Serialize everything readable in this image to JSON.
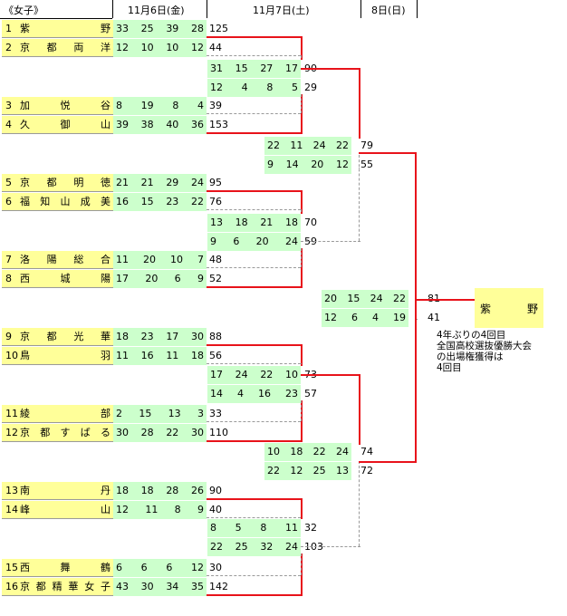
{
  "headers": {
    "section": "《女子》",
    "day1": "11月6日(金)",
    "day2": "11月7日(土)",
    "day3": "8日(日)"
  },
  "teams": [
    {
      "num": "1",
      "name": "紫野"
    },
    {
      "num": "2",
      "name": "京都両洋"
    },
    {
      "num": "3",
      "name": "加悦谷"
    },
    {
      "num": "4",
      "name": "久御山"
    },
    {
      "num": "5",
      "name": "京都明徳"
    },
    {
      "num": "6",
      "name": "福知山成美"
    },
    {
      "num": "7",
      "name": "洛陽総合"
    },
    {
      "num": "8",
      "name": "西城陽"
    },
    {
      "num": "9",
      "name": "京都光華"
    },
    {
      "num": "10",
      "name": "鳥羽"
    },
    {
      "num": "11",
      "name": "綾部"
    },
    {
      "num": "12",
      "name": "京都すばる"
    },
    {
      "num": "13",
      "name": "南丹"
    },
    {
      "num": "14",
      "name": "峰山"
    },
    {
      "num": "15",
      "name": "西舞鶴"
    },
    {
      "num": "16",
      "name": "京都精華女子"
    }
  ],
  "r1": [
    {
      "a": [
        "33",
        "25",
        "39",
        "28"
      ],
      "b": [
        "12",
        "10",
        "10",
        "12"
      ],
      "ta": "125",
      "tb": "44"
    },
    {
      "a": [
        "8",
        "19",
        "8",
        "4"
      ],
      "b": [
        "39",
        "38",
        "40",
        "36"
      ],
      "ta": "39",
      "tb": "153"
    },
    {
      "a": [
        "21",
        "21",
        "29",
        "24"
      ],
      "b": [
        "16",
        "15",
        "23",
        "22"
      ],
      "ta": "95",
      "tb": "76"
    },
    {
      "a": [
        "11",
        "20",
        "10",
        "7"
      ],
      "b": [
        "17",
        "20",
        "6",
        "9"
      ],
      "ta": "48",
      "tb": "52"
    },
    {
      "a": [
        "18",
        "23",
        "17",
        "30"
      ],
      "b": [
        "11",
        "16",
        "11",
        "18"
      ],
      "ta": "88",
      "tb": "56"
    },
    {
      "a": [
        "2",
        "15",
        "13",
        "3"
      ],
      "b": [
        "30",
        "28",
        "22",
        "30"
      ],
      "ta": "33",
      "tb": "110"
    },
    {
      "a": [
        "18",
        "18",
        "28",
        "26"
      ],
      "b": [
        "12",
        "11",
        "8",
        "9"
      ],
      "ta": "90",
      "tb": "40"
    },
    {
      "a": [
        "6",
        "6",
        "6",
        "12"
      ],
      "b": [
        "43",
        "30",
        "34",
        "35"
      ],
      "ta": "30",
      "tb": "142"
    }
  ],
  "r2": [
    {
      "a": [
        "31",
        "15",
        "27",
        "17"
      ],
      "b": [
        "12",
        "4",
        "8",
        "5"
      ],
      "ta": "90",
      "tb": "29"
    },
    {
      "a": [
        "13",
        "18",
        "21",
        "18"
      ],
      "b": [
        "9",
        "6",
        "20",
        "24"
      ],
      "ta": "70",
      "tb": "59"
    },
    {
      "a": [
        "17",
        "24",
        "22",
        "10"
      ],
      "b": [
        "14",
        "4",
        "16",
        "23"
      ],
      "ta": "73",
      "tb": "57"
    },
    {
      "a": [
        "8",
        "5",
        "8",
        "11"
      ],
      "b": [
        "22",
        "25",
        "32",
        "24"
      ],
      "ta": "32",
      "tb": "103"
    }
  ],
  "semi": [
    {
      "a": [
        "22",
        "11",
        "24",
        "22"
      ],
      "b": [
        "9",
        "14",
        "20",
        "12"
      ],
      "ta": "79",
      "tb": "55"
    },
    {
      "a": [
        "10",
        "18",
        "22",
        "24"
      ],
      "b": [
        "22",
        "12",
        "25",
        "13"
      ],
      "ta": "74",
      "tb": "72"
    }
  ],
  "final": {
    "a": [
      "20",
      "15",
      "24",
      "22"
    ],
    "b": [
      "12",
      "6",
      "4",
      "19"
    ],
    "ta": "81",
    "tb": "41"
  },
  "champion": {
    "name_a": "紫",
    "name_b": "野"
  },
  "note": [
    "4年ぶりの4回目",
    "全国高校選抜優勝大会",
    "の出場権獲得は",
    "4回目"
  ]
}
